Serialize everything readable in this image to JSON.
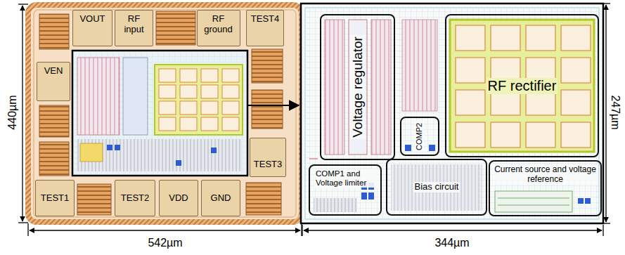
{
  "diagram": {
    "nodes": [
      {
        "text": [
          "VOUT"
        ]
      },
      {
        "text": [
          "RF input"
        ]
      },
      {
        "text": [
          "RF ground"
        ]
      },
      {
        "text": [
          "TEST4"
        ]
      },
      {
        "text": [
          "VEN"
        ]
      },
      {
        "text": [
          "TEST3"
        ]
      },
      {
        "text": [
          "TEST1"
        ]
      },
      {
        "text": [
          "TEST2"
        ]
      },
      {
        "text": [
          "VDD"
        ]
      },
      {
        "text": [
          "GND"
        ]
      },
      {
        "text": [
          "Voltage regulator"
        ]
      },
      {
        "text": [
          "COMP2"
        ]
      },
      {
        "text": [
          "RF rectifier"
        ]
      },
      {
        "text": [
          "COMP1 and Voltage limiter"
        ]
      },
      {
        "text": [
          "Bias circuit"
        ]
      },
      {
        "text": [
          "Current source and voltage reference"
        ]
      }
    ],
    "labels": [
      "440µm",
      "542µm",
      "247µm",
      "344µm"
    ]
  }
}
